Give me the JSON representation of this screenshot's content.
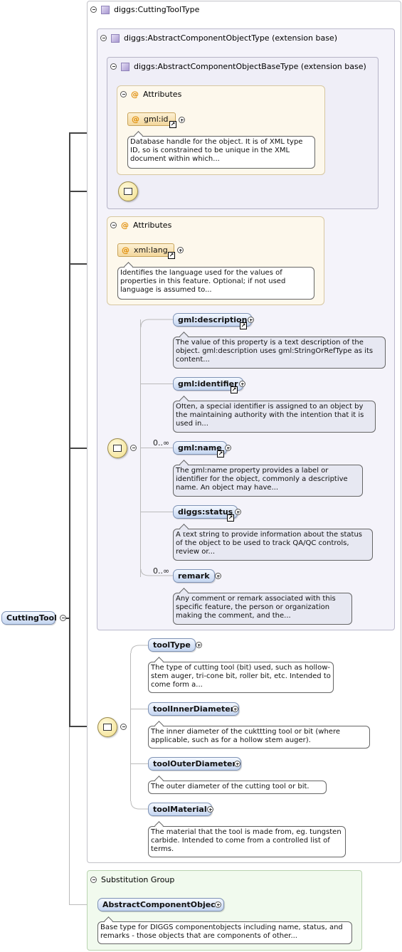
{
  "root": {
    "name": "CuttingTool"
  },
  "type_box": {
    "title": "diggs:CuttingToolType"
  },
  "ext1": {
    "title": "diggs:AbstractComponentObjectType (extension base)"
  },
  "ext2": {
    "title": "diggs:AbstractComponentObjectBaseType (extension base)"
  },
  "attrs1": {
    "title": "Attributes",
    "attr": {
      "name": "gml:id",
      "doc": "Database handle for the object. It is of XML type ID, so is constrained to be unique in the XML document within which..."
    }
  },
  "attrs2": {
    "title": "Attributes",
    "attr": {
      "name": "xml:lang",
      "doc": "Identifies the language used for the values of properties in this feature. Optional; if not used language is assumed to..."
    }
  },
  "seq1": {
    "elements": [
      {
        "name": "gml:description",
        "doc": "The value of this property is a text description of the object. gml:description uses gml:StringOrRefType as its content...",
        "card": ""
      },
      {
        "name": "gml:identifier",
        "doc": "Often, a special identifier is assigned to an object by the maintaining authority with the intention that it is used in...",
        "card": ""
      },
      {
        "name": "gml:name",
        "doc": "The gml:name property provides a label or identifier for the object, commonly a descriptive name. An object may have...",
        "card": "0..∞"
      },
      {
        "name": "diggs:status",
        "doc": "A text string to provide information about the status of the object to be used to track QA/QC controls, review or...",
        "card": ""
      },
      {
        "name": "remark",
        "doc": "Any comment or remark associated with this specific feature, the person or organization making the comment, and the...",
        "card": "0..∞"
      }
    ]
  },
  "seq2": {
    "elements": [
      {
        "name": "toolType",
        "doc": "The type of cutting tool (bit) used, such as hollow-stem auger, tri-cone bit, roller bit, etc. Intended to come form a..."
      },
      {
        "name": "toolInnerDiameter",
        "doc": "The inner diameter of the cukttting tool or bit (where applicable, such as for a hollow stem auger)."
      },
      {
        "name": "toolOuterDiameter",
        "doc": "The outer diameter of the cutting tool or bit."
      },
      {
        "name": "toolMaterial",
        "doc": "The material that the tool is made from, eg. tungsten carbide. Intended to come from a controlled list of terms."
      }
    ]
  },
  "subst": {
    "title": "Substitution Group",
    "element": {
      "name": "AbstractComponentObject",
      "doc": "Base type for DIGGS componentobjects including name, status, and remarks - those objects that are components of other..."
    }
  }
}
